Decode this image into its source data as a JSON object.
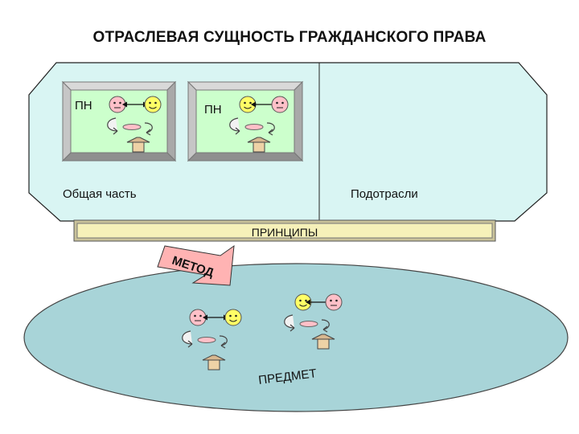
{
  "title": "ОТРАСЛЕВАЯ СУЩНОСТЬ ГРАЖДАНСКОГО ПРАВА",
  "panels": {
    "left_label": "Общая часть",
    "right_label": "Подотрасли",
    "box1_label": "ПН",
    "box2_label": "ПН"
  },
  "principles": "ПРИНЦИПЫ",
  "method": "МЕТОД",
  "subject": "ПРЕДМЕТ",
  "colors": {
    "top_area": "#d9f5f3",
    "bottom_ellipse": "#a8d4d8",
    "box_inner": "#ccffcc",
    "box_frame": "#bdbdbd",
    "principles_bar": "#f6f1b9",
    "method_arrow": "#ffb3b3",
    "face_pink": "#ffc0c8",
    "face_yellow": "#ffff66",
    "pedestal": "#eed2a6"
  },
  "icons": [
    "person-face-icon",
    "double-arrow-icon",
    "cycle-arrows-icon",
    "pedestal-icon"
  ]
}
